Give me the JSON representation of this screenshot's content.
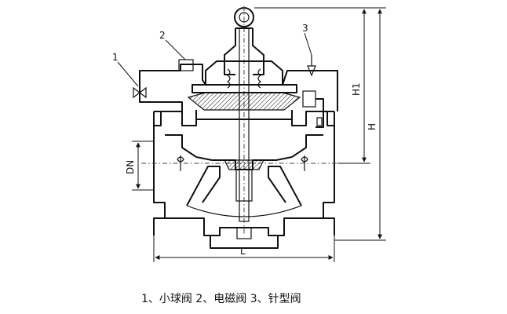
{
  "callouts": {
    "c1": "1",
    "c2": "2",
    "c3": "3"
  },
  "dimensions": {
    "dn": "DN",
    "h1": "H1",
    "h": "H",
    "l": "L"
  },
  "caption": "1、小球阀 2、电磁阀 3、针型阀",
  "colors": {
    "line": "#111111",
    "background": "#ffffff"
  }
}
